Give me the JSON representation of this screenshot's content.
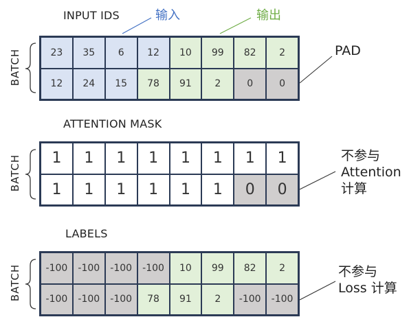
{
  "labels": {
    "input_ids": "INPUT IDS",
    "attention_mask": "ATTENTION MASK",
    "labels": "LABELS",
    "batch": "BATCH",
    "input_legend": "输入",
    "output_legend": "输出",
    "pad": "PAD",
    "mask_note_1": "不参与",
    "mask_note_2": "Attention",
    "mask_note_3": "计算",
    "loss_note_1": "不参与",
    "loss_note_2": "Loss 计算"
  },
  "colors": {
    "input": "#dae3f3",
    "output": "#e2f0d9",
    "pad": "#d0cece",
    "plain": "#ffffff",
    "border": "#2b3a55"
  },
  "input_ids": [
    [
      {
        "v": "23",
        "c": "blue"
      },
      {
        "v": "35",
        "c": "blue"
      },
      {
        "v": "6",
        "c": "blue"
      },
      {
        "v": "12",
        "c": "blue"
      },
      {
        "v": "10",
        "c": "green"
      },
      {
        "v": "99",
        "c": "green"
      },
      {
        "v": "82",
        "c": "green"
      },
      {
        "v": "2",
        "c": "green"
      }
    ],
    [
      {
        "v": "12",
        "c": "blue"
      },
      {
        "v": "24",
        "c": "blue"
      },
      {
        "v": "15",
        "c": "blue"
      },
      {
        "v": "78",
        "c": "green"
      },
      {
        "v": "91",
        "c": "green"
      },
      {
        "v": "2",
        "c": "green"
      },
      {
        "v": "0",
        "c": "gray"
      },
      {
        "v": "0",
        "c": "gray"
      }
    ]
  ],
  "attention_mask": [
    [
      {
        "v": "1",
        "c": "white"
      },
      {
        "v": "1",
        "c": "white"
      },
      {
        "v": "1",
        "c": "white"
      },
      {
        "v": "1",
        "c": "white"
      },
      {
        "v": "1",
        "c": "white"
      },
      {
        "v": "1",
        "c": "white"
      },
      {
        "v": "1",
        "c": "white"
      },
      {
        "v": "1",
        "c": "white"
      }
    ],
    [
      {
        "v": "1",
        "c": "white"
      },
      {
        "v": "1",
        "c": "white"
      },
      {
        "v": "1",
        "c": "white"
      },
      {
        "v": "1",
        "c": "white"
      },
      {
        "v": "1",
        "c": "white"
      },
      {
        "v": "1",
        "c": "white"
      },
      {
        "v": "0",
        "c": "gray"
      },
      {
        "v": "0",
        "c": "gray"
      }
    ]
  ],
  "labels_grid": [
    [
      {
        "v": "-100",
        "c": "gray"
      },
      {
        "v": "-100",
        "c": "gray"
      },
      {
        "v": "-100",
        "c": "gray"
      },
      {
        "v": "-100",
        "c": "gray"
      },
      {
        "v": "10",
        "c": "green"
      },
      {
        "v": "99",
        "c": "green"
      },
      {
        "v": "82",
        "c": "green"
      },
      {
        "v": "2",
        "c": "green"
      }
    ],
    [
      {
        "v": "-100",
        "c": "gray"
      },
      {
        "v": "-100",
        "c": "gray"
      },
      {
        "v": "-100",
        "c": "gray"
      },
      {
        "v": "78",
        "c": "green"
      },
      {
        "v": "91",
        "c": "green"
      },
      {
        "v": "2",
        "c": "green"
      },
      {
        "v": "-100",
        "c": "gray"
      },
      {
        "v": "-100",
        "c": "gray"
      }
    ]
  ]
}
